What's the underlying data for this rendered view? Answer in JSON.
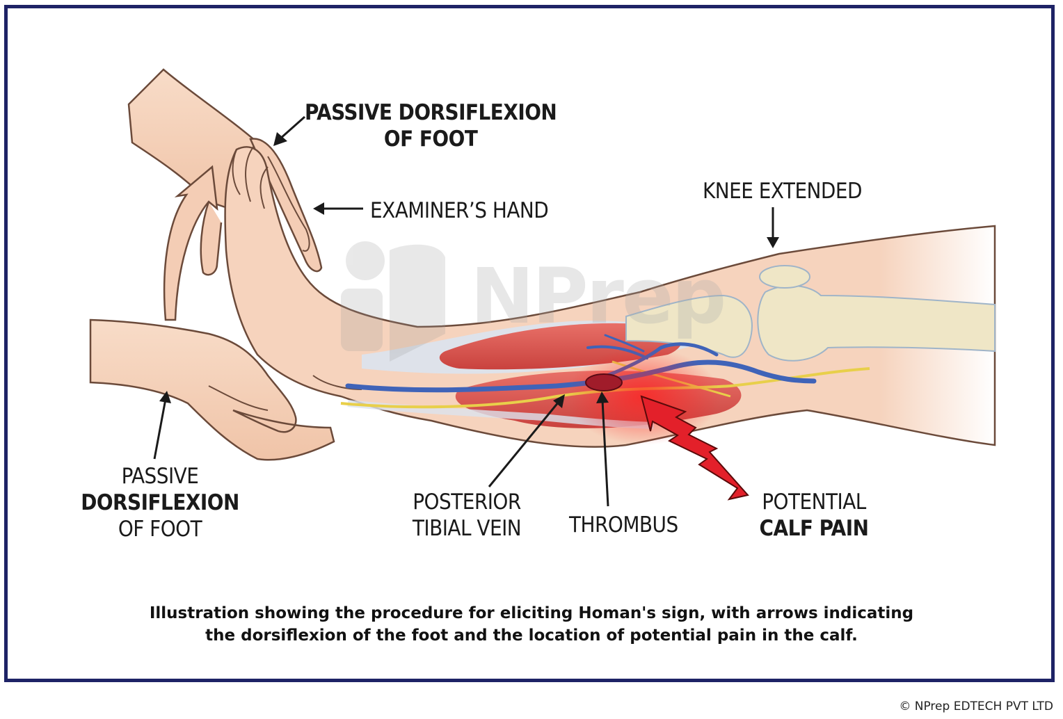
{
  "watermark": "NPrep",
  "labels": {
    "top_passive": {
      "line1": "PASSIVE DORSIFLEXION",
      "line2": "OF FOOT"
    },
    "examiner_hand": "EXAMINER’S HAND",
    "knee_extended": "KNEE EXTENDED",
    "bottom_passive": {
      "line1": "PASSIVE",
      "line2": "DORSIFLEXION",
      "line3": "OF FOOT"
    },
    "posterior_tibial_vein": {
      "line1": "POSTERIOR",
      "line2": "TIBIAL VEIN"
    },
    "thrombus": "THROMBUS",
    "calf_pain": {
      "line1": "POTENTIAL",
      "line2": "CALF PAIN"
    }
  },
  "caption": {
    "line1": "Illustration showing the procedure for eliciting Homan's sign, with arrows indicating",
    "line2": "the dorsiflexion of the foot and the location of potential pain in the calf."
  },
  "copyright": "© NPrep EDTECH PVT LTD",
  "colors": {
    "frame": "#1e2366",
    "skin": "#f6d3bd",
    "muscle": "#d9544f",
    "vein": "#3f63b8",
    "nerve": "#e8cf4a",
    "bone": "#efe6c6",
    "pain_arrow": "#e3202a"
  }
}
